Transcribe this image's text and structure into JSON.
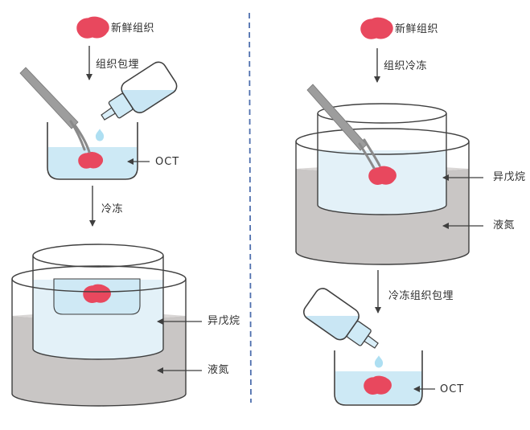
{
  "diagram": {
    "left": {
      "fresh_tissue": "新鲜组织",
      "step1": "组织包埋",
      "oct": "OCT",
      "step2": "冷冻",
      "isopentane": "异戊烷",
      "liquid_nitrogen": "液氮"
    },
    "right": {
      "fresh_tissue": "新鲜组织",
      "step1": "组织冷冻",
      "isopentane": "异戊烷",
      "liquid_nitrogen": "液氮",
      "step2": "冷冻组织包埋",
      "oct": "OCT"
    }
  },
  "colors": {
    "tissue_red": "#e8485e",
    "oct_blue": "#cde9f5",
    "isopentane_blue": "#e3f1f8",
    "nitrogen_gray": "#c9c6c5",
    "nitrogen_surface_gray": "#dad7d6",
    "bottle_liquid_blue": "#c9e6f4",
    "droplet_blue": "#aedff2",
    "outline": "#3f3f3f",
    "divider_blue": "#4e6fae",
    "tweezers_gray": "#9d9d9d",
    "text": "#2e2e2e"
  },
  "icons": {
    "tissue": "red-tissue-blob",
    "tweezers": "forceps",
    "dropper_bottle": "squeeze-bottle",
    "droplet": "liquid-drop",
    "beaker": "open-beaker",
    "inner_container": "isopentane-cup",
    "outer_container": "liquid-nitrogen-bath",
    "cryomold": "embedding-mold"
  }
}
